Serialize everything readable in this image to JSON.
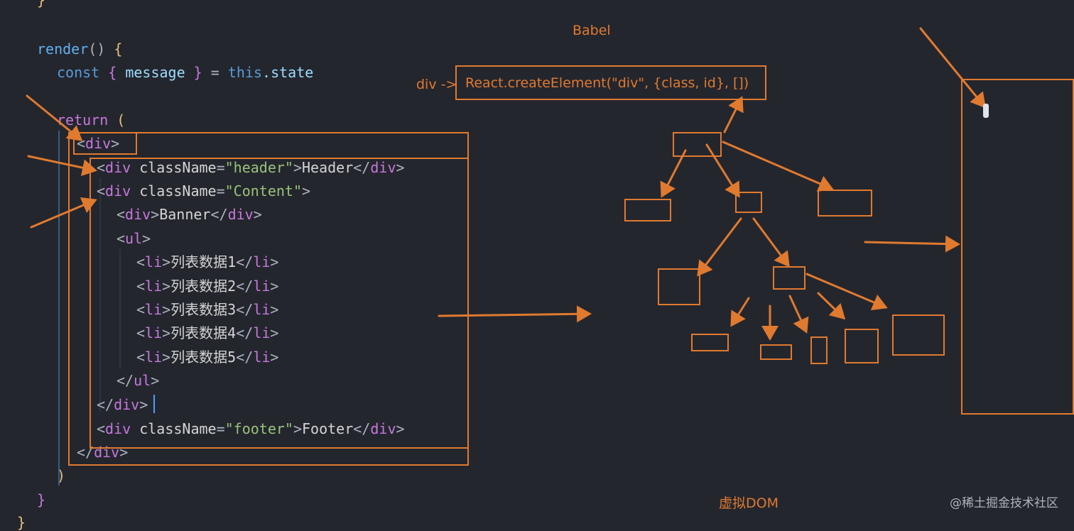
{
  "code": {
    "lines": [
      {
        "tokens": [
          {
            "t": "}",
            "c": "br"
          }
        ]
      },
      {
        "tokens": [
          {
            "t": "render",
            "c": "fn"
          },
          {
            "t": "() ",
            "c": "pn"
          },
          {
            "t": "{",
            "c": "br"
          }
        ]
      },
      {
        "tokens": [
          {
            "t": "const ",
            "c": "kw"
          },
          {
            "t": "{ ",
            "c": "pk"
          },
          {
            "t": "message ",
            "c": "var"
          },
          {
            "t": "} ",
            "c": "pk"
          },
          {
            "t": "= ",
            "c": "pn"
          },
          {
            "t": "this",
            "c": "kw"
          },
          {
            "t": ".state",
            "c": "var"
          }
        ]
      },
      {
        "tokens": [
          {
            "t": "return ",
            "c": "pk"
          },
          {
            "t": "(",
            "c": "br"
          }
        ]
      },
      {
        "tokens": [
          {
            "t": "<",
            "c": "pn"
          },
          {
            "t": "div",
            "c": "tg"
          },
          {
            "t": ">",
            "c": "pn"
          }
        ]
      },
      {
        "tokens": [
          {
            "t": "<",
            "c": "pn"
          },
          {
            "t": "div ",
            "c": "tg"
          },
          {
            "t": "className",
            "c": "at"
          },
          {
            "t": "=",
            "c": "pn"
          },
          {
            "t": "\"header\"",
            "c": "st"
          },
          {
            "t": ">",
            "c": "pn"
          },
          {
            "t": "Header",
            "c": "tx"
          },
          {
            "t": "</",
            "c": "pn"
          },
          {
            "t": "div",
            "c": "tg"
          },
          {
            "t": ">",
            "c": "pn"
          }
        ]
      },
      {
        "tokens": [
          {
            "t": "<",
            "c": "pn"
          },
          {
            "t": "div ",
            "c": "tg"
          },
          {
            "t": "className",
            "c": "at"
          },
          {
            "t": "=",
            "c": "pn"
          },
          {
            "t": "\"Content\"",
            "c": "st"
          },
          {
            "t": ">",
            "c": "pn"
          }
        ]
      },
      {
        "tokens": [
          {
            "t": "<",
            "c": "pn"
          },
          {
            "t": "div",
            "c": "tg"
          },
          {
            "t": ">",
            "c": "pn"
          },
          {
            "t": "Banner",
            "c": "tx"
          },
          {
            "t": "</",
            "c": "pn"
          },
          {
            "t": "div",
            "c": "tg"
          },
          {
            "t": ">",
            "c": "pn"
          }
        ]
      },
      {
        "tokens": [
          {
            "t": "<",
            "c": "pn"
          },
          {
            "t": "ul",
            "c": "tg"
          },
          {
            "t": ">",
            "c": "pn"
          }
        ]
      },
      {
        "tokens": [
          {
            "t": "<",
            "c": "pn"
          },
          {
            "t": "li",
            "c": "tg"
          },
          {
            "t": ">",
            "c": "pn"
          },
          {
            "t": "列表数据1",
            "c": "tx"
          },
          {
            "t": "</",
            "c": "pn"
          },
          {
            "t": "li",
            "c": "tg"
          },
          {
            "t": ">",
            "c": "pn"
          }
        ]
      },
      {
        "tokens": [
          {
            "t": "<",
            "c": "pn"
          },
          {
            "t": "li",
            "c": "tg"
          },
          {
            "t": ">",
            "c": "pn"
          },
          {
            "t": "列表数据2",
            "c": "tx"
          },
          {
            "t": "</",
            "c": "pn"
          },
          {
            "t": "li",
            "c": "tg"
          },
          {
            "t": ">",
            "c": "pn"
          }
        ]
      },
      {
        "tokens": [
          {
            "t": "<",
            "c": "pn"
          },
          {
            "t": "li",
            "c": "tg"
          },
          {
            "t": ">",
            "c": "pn"
          },
          {
            "t": "列表数据3",
            "c": "tx"
          },
          {
            "t": "</",
            "c": "pn"
          },
          {
            "t": "li",
            "c": "tg"
          },
          {
            "t": ">",
            "c": "pn"
          }
        ]
      },
      {
        "tokens": [
          {
            "t": "<",
            "c": "pn"
          },
          {
            "t": "li",
            "c": "tg"
          },
          {
            "t": ">",
            "c": "pn"
          },
          {
            "t": "列表数据4",
            "c": "tx"
          },
          {
            "t": "</",
            "c": "pn"
          },
          {
            "t": "li",
            "c": "tg"
          },
          {
            "t": ">",
            "c": "pn"
          }
        ]
      },
      {
        "tokens": [
          {
            "t": "<",
            "c": "pn"
          },
          {
            "t": "li",
            "c": "tg"
          },
          {
            "t": ">",
            "c": "pn"
          },
          {
            "t": "列表数据5",
            "c": "tx"
          },
          {
            "t": "</",
            "c": "pn"
          },
          {
            "t": "li",
            "c": "tg"
          },
          {
            "t": ">",
            "c": "pn"
          }
        ]
      },
      {
        "tokens": [
          {
            "t": "</",
            "c": "pn"
          },
          {
            "t": "ul",
            "c": "tg"
          },
          {
            "t": ">",
            "c": "pn"
          }
        ]
      },
      {
        "tokens": [
          {
            "t": "</",
            "c": "pn"
          },
          {
            "t": "div",
            "c": "tg"
          },
          {
            "t": ">",
            "c": "pn"
          }
        ]
      },
      {
        "tokens": [
          {
            "t": "<",
            "c": "pn"
          },
          {
            "t": "div ",
            "c": "tg"
          },
          {
            "t": "className",
            "c": "at"
          },
          {
            "t": "=",
            "c": "pn"
          },
          {
            "t": "\"footer\"",
            "c": "st"
          },
          {
            "t": ">",
            "c": "pn"
          },
          {
            "t": "Footer",
            "c": "tx"
          },
          {
            "t": "</",
            "c": "pn"
          },
          {
            "t": "div",
            "c": "tg"
          },
          {
            "t": ">",
            "c": "pn"
          }
        ]
      },
      {
        "tokens": [
          {
            "t": "</",
            "c": "pn"
          },
          {
            "t": "div",
            "c": "tg"
          },
          {
            "t": ">",
            "c": "pn"
          }
        ]
      },
      {
        "tokens": [
          {
            "t": ")",
            "c": "br"
          }
        ]
      },
      {
        "tokens": [
          {
            "t": "}",
            "c": "pk"
          }
        ]
      },
      {
        "tokens": [
          {
            "t": "}",
            "c": "br"
          }
        ]
      }
    ]
  },
  "annotations": {
    "babel": "Babel",
    "babel_prefix": "div ->",
    "create_element": "React.createElement(\"div\", {class, id}, [])",
    "virtual_dom": "虚拟DOM"
  },
  "watermark": "@稀土掘金技术社区",
  "colors": {
    "accent": "#e07a2f",
    "background": "#24262e"
  }
}
